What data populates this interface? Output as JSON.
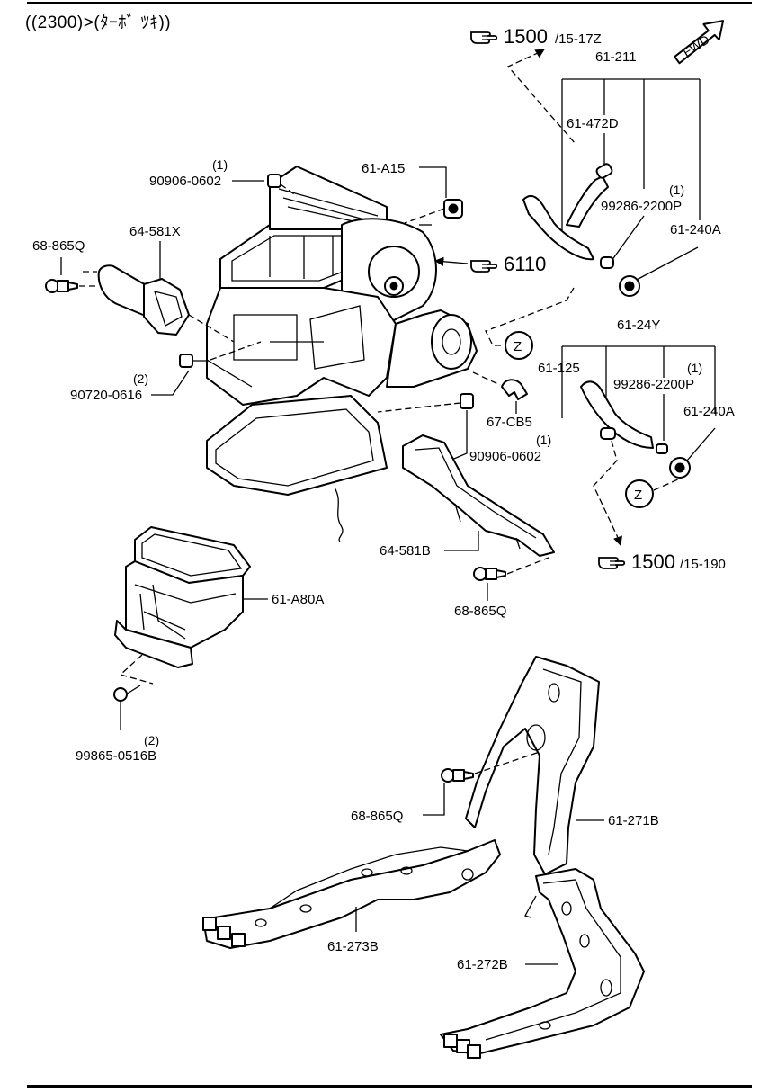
{
  "header": {
    "title": "((2300)>(ﾀｰﾎﾞ ﾂｷ))"
  },
  "badges": {
    "fwd": "FWD",
    "zone_top": "Z",
    "zone_bottom": "Z"
  },
  "refs": {
    "ref_1500_top": {
      "main": "1500",
      "sub": "/15-17Z"
    },
    "ref_6110": {
      "main": "6110"
    },
    "ref_1500_bottom": {
      "main": "1500",
      "sub": "/15-190"
    }
  },
  "parts": {
    "p_61_211": "61-211",
    "p_61_472D": "61-472D",
    "p_99286_top_qty": "(1)",
    "p_99286_top": "99286-2200P",
    "p_61_240A_top": "61-240A",
    "p_61_A15": "61-A15",
    "p_90906_top_qty": "(1)",
    "p_90906_top": "90906-0602",
    "p_68_865Q_left": "68-865Q",
    "p_64_581X": "64-581X",
    "p_90720_qty": "(2)",
    "p_90720": "90720-0616",
    "p_61_24Y": "61-24Y",
    "p_61_125": "61-125",
    "p_99286_bot_qty": "(1)",
    "p_99286_bot": "99286-2200P",
    "p_61_240A_bot": "61-240A",
    "p_67_CB5": "67-CB5",
    "p_90906_bot_qty": "(1)",
    "p_90906_bot": "90906-0602",
    "p_64_581B": "64-581B",
    "p_68_865Q_mid": "68-865Q",
    "p_61_A80A": "61-A80A",
    "p_99865_qty": "(2)",
    "p_99865": "99865-0516B",
    "p_68_865Q_low": "68-865Q",
    "p_61_271B": "61-271B",
    "p_61_273B": "61-273B",
    "p_61_272B": "61-272B"
  },
  "icons": {
    "reference_hand": "pointing-hand-icon"
  }
}
